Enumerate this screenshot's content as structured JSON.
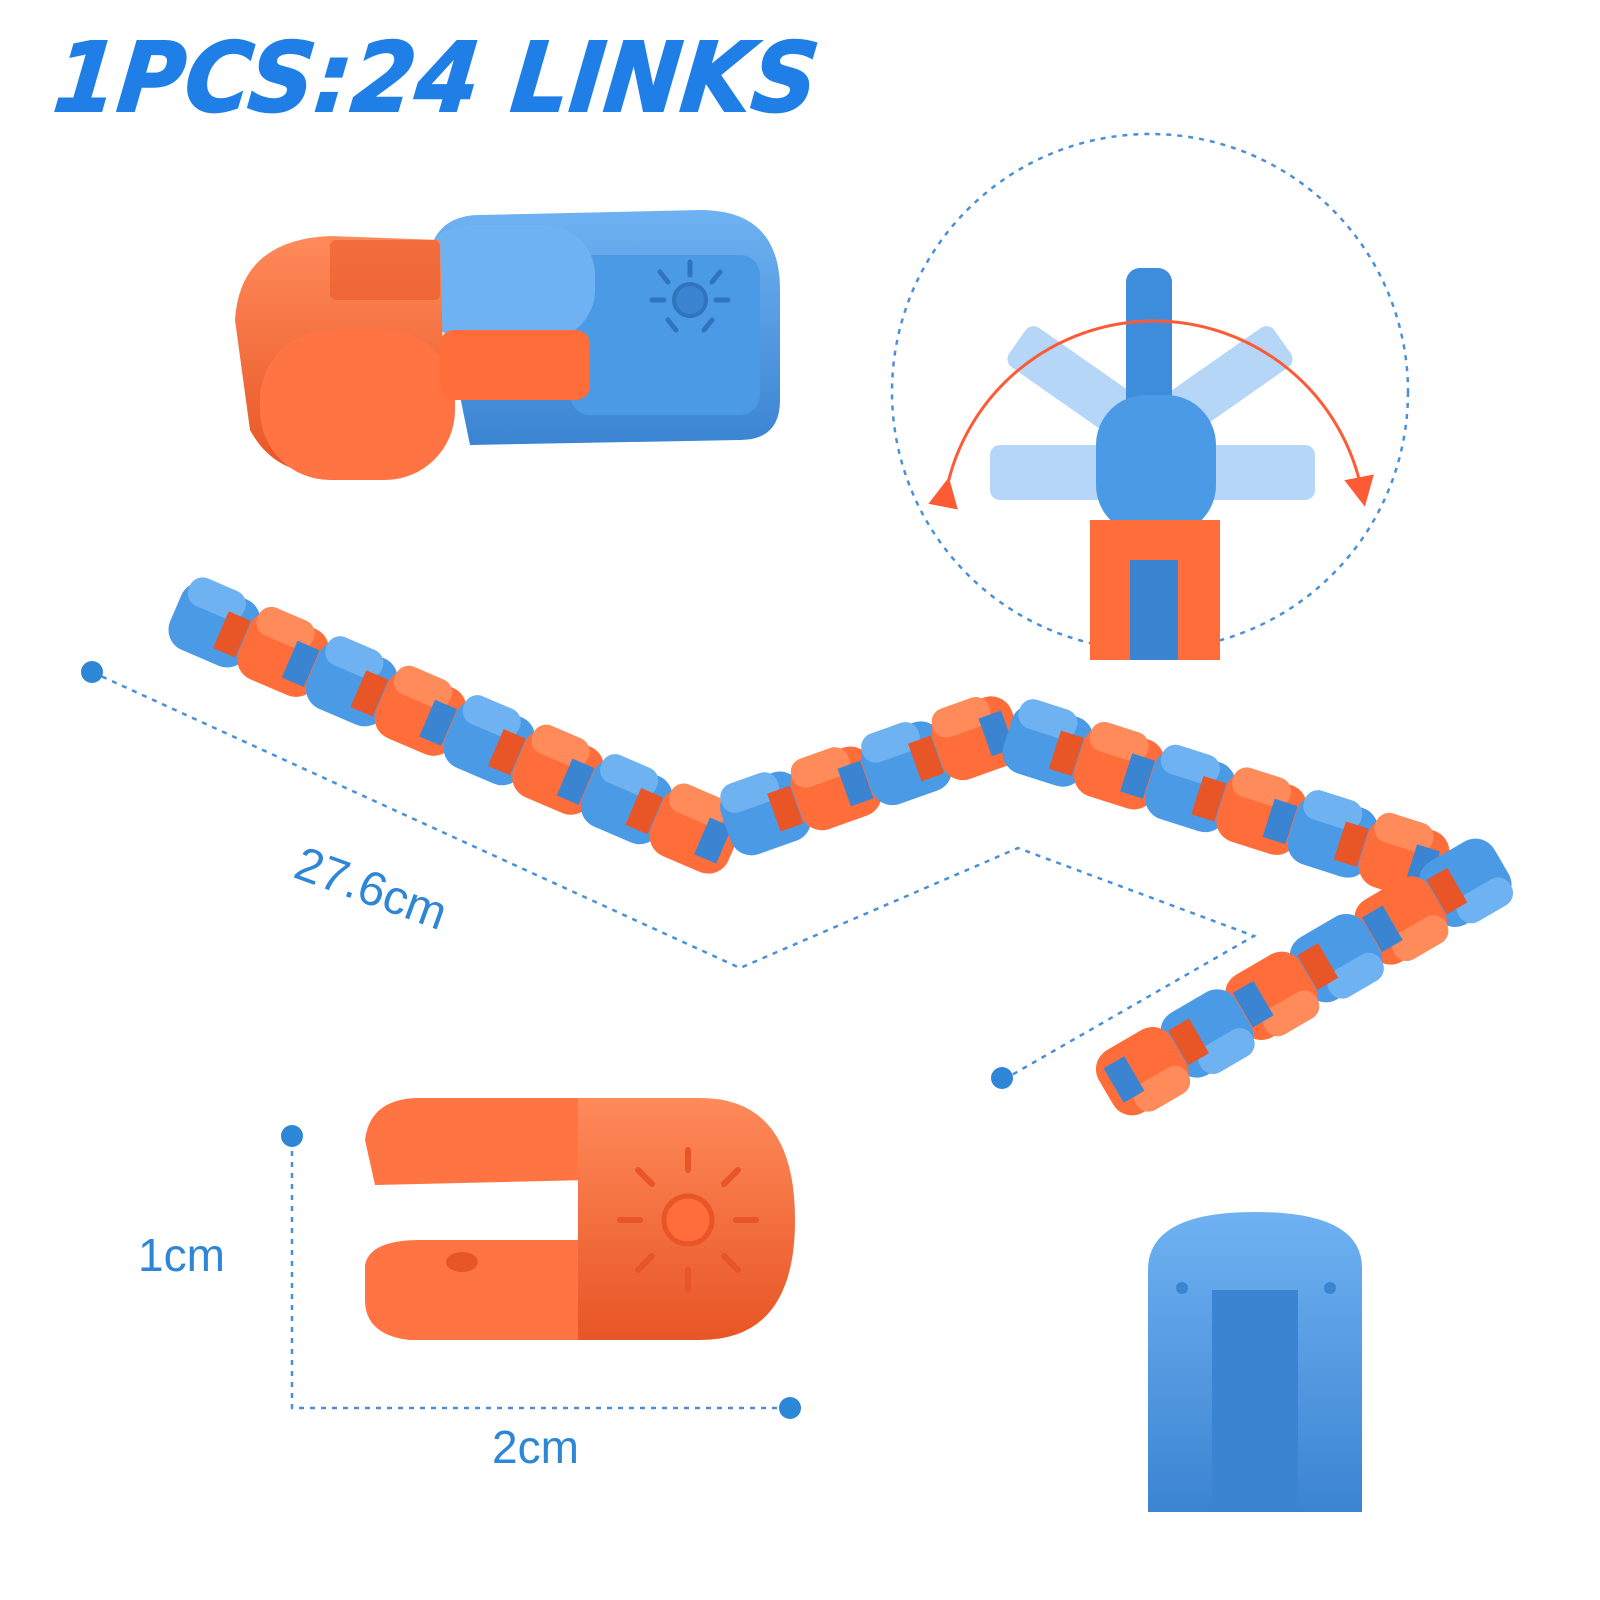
{
  "headline": "1PCS:24 LINKS",
  "dimensions": {
    "length": "27.6cm",
    "height": "1cm",
    "width": "2cm"
  },
  "colors": {
    "blue": "#4a9ae6",
    "blue_dark": "#3b84d2",
    "orange": "#ff6d3a",
    "orange_dark": "#e85526",
    "accent": "#1f7fe6",
    "dim_line": "#4a90d9",
    "arrow": "#ff5a36"
  },
  "chain": {
    "link_count": 24
  }
}
